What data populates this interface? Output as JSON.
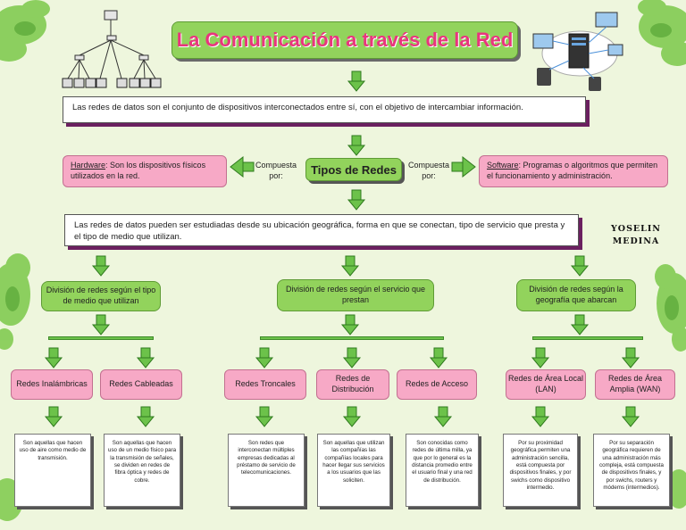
{
  "title": "La Comunicación a través de la Red",
  "definition": "Las redes de datos son el conjunto de dispositivos interconectados entre sí, con el objetivo de intercambiar información.",
  "center": "Tipos de Redes",
  "hardware": {
    "label": "Hardware",
    "text": ": Son los dispositivos físicos utilizados en la red."
  },
  "software": {
    "label": "Software",
    "text": ": Programas o algoritmos que permiten el funcionamiento y administración."
  },
  "compuesta_left": "Compuesta por:",
  "compuesta_right": "Compuesta por:",
  "study": "Las redes de datos pueden ser estudiadas desde su ubicación geográfica, forma en que se conectan, tipo de servicio que presta y el tipo de medio que utilizan.",
  "author": "YOSELIN MEDINA",
  "divisions": {
    "medio": "División de redes según el tipo de medio que utilizan",
    "servicio": "División de redes según el servicio que prestan",
    "geografia": "División de redes según la geografía que abarcan"
  },
  "types": {
    "inalambricas": "Redes Inalámbricas",
    "cableadas": "Redes Cableadas",
    "troncales": "Redes Troncales",
    "distribucion": "Redes de Distribución",
    "acceso": "Redes de Acceso",
    "lan": "Redes de Área Local (LAN)",
    "wan": "Redes de Área Amplia (WAN)"
  },
  "descriptions": {
    "inalambricas": "Son aquellas que hacen uso de aire como medio de transmisión.",
    "cableadas": "Son aquellas que hacen uso de un medio físico para la transmisión de señales, se dividen en redes de fibra óptica y redes de cobre.",
    "troncales": "Son redes que interconectan múltiples empresas dedicadas al préstamo de servicio de telecomunicaciones.",
    "distribucion": "Son aquellas que utilizan las compañías las compañías locales para hacer llegar sus servicios a los usuarios que las soliciten.",
    "acceso": "Son conocidas como redes de última milla, ya que por lo general es la distancia promedio entre el usuario final y una red de distribución.",
    "lan": "Por su proximidad geográfica permiten una administración sencilla, está compuesta por dispositivos finales, y por swichs como dispositivo intermedio.",
    "wan": "Por su separación geográfica requieren de una administración más compleja, está compuesta de dispositivos finales, y por swichs, routers y módems (intermedios)."
  },
  "colors": {
    "green": "#92d35c",
    "pink": "#f7a9c6",
    "title_text": "#e9357e",
    "shadow_purple": "#6b2060",
    "background": "#eef6dd"
  }
}
